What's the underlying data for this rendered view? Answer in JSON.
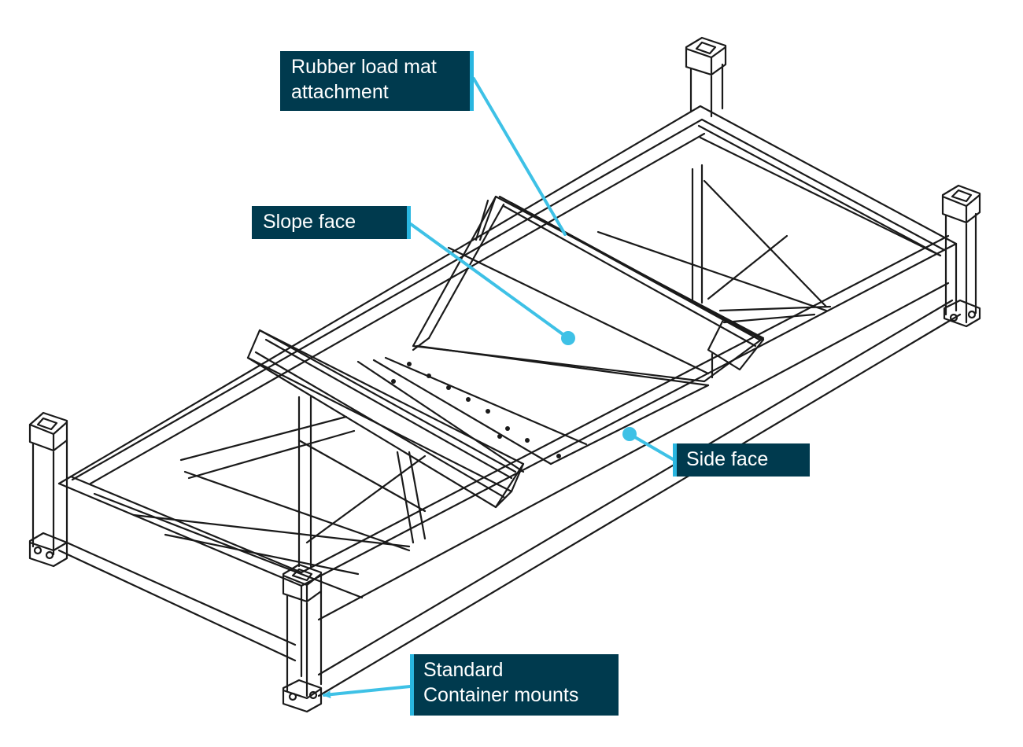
{
  "callouts": {
    "rubber_load_mat": {
      "line1": "Rubber load mat",
      "line2": "attachment"
    },
    "slope_face": {
      "label": "Slope face"
    },
    "side_face": {
      "label": "Side face"
    },
    "container_mounts": {
      "line1": "Standard",
      "line2": "Container mounts"
    }
  },
  "colors": {
    "callout_background": "#003a4e",
    "callout_accent": "#29b6e0",
    "leader_line": "#3ec1e6",
    "drawing_line": "#1a1a1a"
  }
}
